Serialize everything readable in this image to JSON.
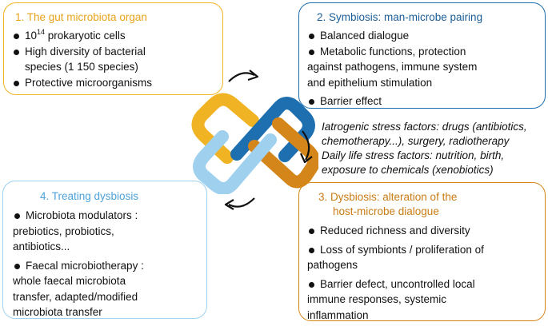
{
  "box1": {
    "title": "1. The gut microbiota organ",
    "item1_base": "10",
    "item1_sup": "14",
    "item1_rest": " prokaryotic cells",
    "item2_line1": "High diversity of bacterial",
    "item2_line2": "species (1 150 species)",
    "item3": "Protective microorganisms"
  },
  "box2": {
    "title": "2. Symbiosis: man-microbe pairing",
    "item1": "Balanced dialogue",
    "item2_line1": "Metabolic functions, protection",
    "item2_line2": "against pathogens, immune system",
    "item2_line3": "and epithelium stimulation",
    "item3": "Barrier effect"
  },
  "box3": {
    "title_line1": "3. Dysbiosis: alteration of the",
    "title_line2": "host-microbe dialogue",
    "item1": "Reduced richness and diversity",
    "item2_line1": "Loss of symbionts / proliferation of",
    "item2_line2": "pathogens",
    "item3_line1": "Barrier defect, uncontrolled local",
    "item3_line2": "immune responses, systemic",
    "item3_line3": "inflammation"
  },
  "box4": {
    "title": "4. Treating dysbiosis",
    "item1_line1": "Microbiota modulators :",
    "item1_line2": "prebiotics, probiotics,",
    "item1_line3": "antibiotics...",
    "item2_line1": "Faecal microbiotherapy :",
    "item2_line2": "whole faecal microbiota",
    "item2_line3": "transfer, adapted/modified",
    "item2_line4": "microbiota transfer"
  },
  "stress": {
    "line1": "Iatrogenic stress factors: drugs (antibiotics,",
    "line2": "chemotherapy...), surgery, radiotherapy",
    "line3": "Daily life stress factors: nutrition, birth,",
    "line4": "exposure to chemicals (xenobiotics)"
  },
  "colors": {
    "yellow": "#f0b323",
    "dark_blue": "#1e6fb0",
    "orange": "#d4861a",
    "light_blue": "#9fd0ee"
  }
}
